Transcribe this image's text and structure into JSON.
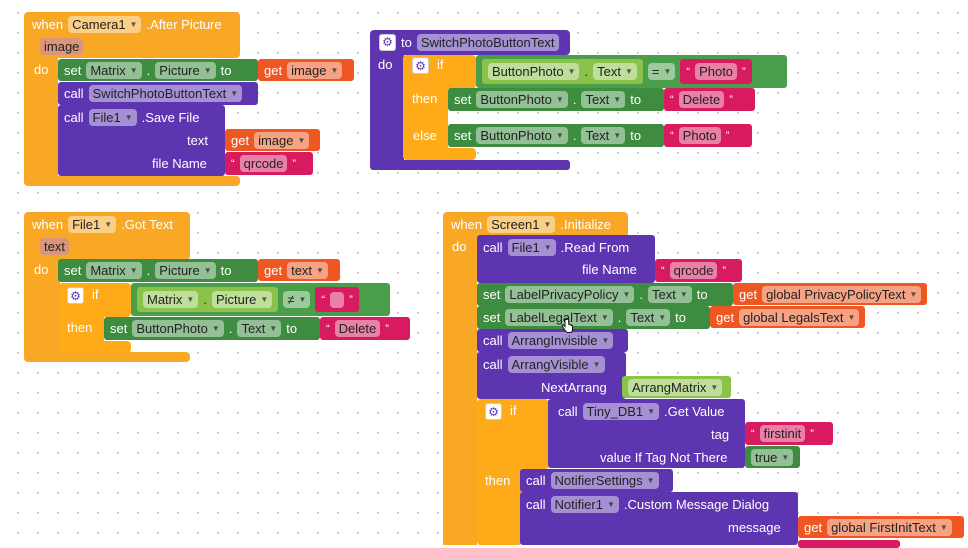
{
  "quotes": {
    "open": "“",
    "close": "”"
  },
  "kw": {
    "when": "when",
    "do": "do",
    "set": "set",
    "to": "to",
    "get": "get",
    "call": "call",
    "if": "if",
    "then": "then",
    "else": "else",
    "dot": "."
  },
  "camera_event": {
    "component": "Camera1",
    "event": ".After Picture",
    "param": "image",
    "set_component": "Matrix",
    "set_property": "Picture",
    "get_var": "image",
    "call_proc": "SwitchPhotoButtonText",
    "save_component": "File1",
    "save_method": ".Save File",
    "arg_text": "text",
    "arg_filename": "file Name",
    "text_var": "image",
    "filename": "qrcode"
  },
  "procedure": {
    "name": "SwitchPhotoButtonText",
    "cond_component": "ButtonPhoto",
    "cond_property": "Text",
    "operator": "=",
    "cond_value": "Photo",
    "then_component": "ButtonPhoto",
    "then_property": "Text",
    "then_value": "Delete",
    "else_component": "ButtonPhoto",
    "else_property": "Text",
    "else_value": "Photo"
  },
  "file_event": {
    "component": "File1",
    "event": ".Got Text",
    "param": "text",
    "set_component": "Matrix",
    "set_property": "Picture",
    "get_var": "text",
    "cond_component": "Matrix",
    "cond_property": "Picture",
    "operator": "≠",
    "cond_value": "",
    "then_component": "ButtonPhoto",
    "then_property": "Text",
    "then_value": "Delete"
  },
  "screen_event": {
    "component": "Screen1",
    "event": ".Initialize",
    "read_component": "File1",
    "read_method": ".Read From",
    "read_arg": "file Name",
    "read_value": "qrcode",
    "set1_component": "LabelPrivacyPolicy",
    "set1_property": "Text",
    "set1_var": "global PrivacyPolicyText",
    "set2_component": "LabelLegalText",
    "set2_property": "Text",
    "set2_var": "global LegalsText",
    "call1": "ArrangInvisible",
    "call2": "ArrangVisible",
    "call2_arg": "NextArrang",
    "call2_value": "ArrangMatrix",
    "db_component": "Tiny_DB1",
    "db_method": ".Get Value",
    "db_arg1": "tag",
    "db_tag": "firstinit",
    "db_arg2": "value If Tag Not There",
    "db_default": "true",
    "notif_call": "NotifierSettings",
    "notif_component": "Notifier1",
    "notif_method": ".Custom Message Dialog",
    "notif_arg": "message",
    "notif_var": "global FirstInitText"
  }
}
